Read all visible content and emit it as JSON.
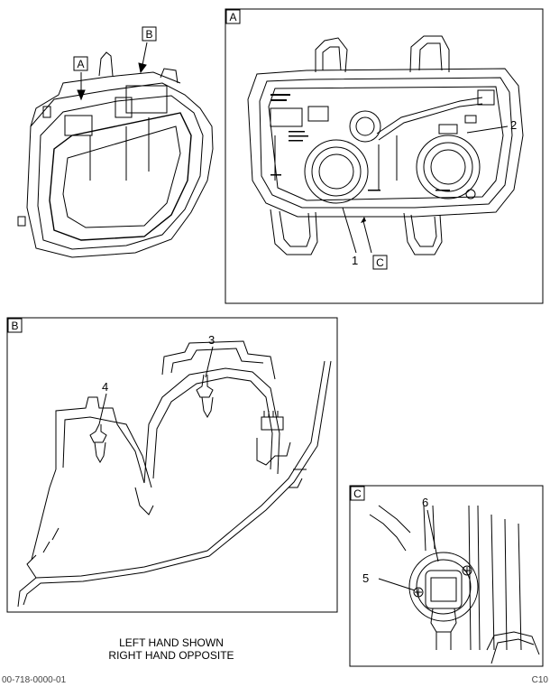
{
  "views": {
    "a": {
      "label": "A"
    },
    "b": {
      "label": "B"
    },
    "c": {
      "label": "C"
    }
  },
  "callouts": {
    "c1": "1",
    "c2": "2",
    "c3": "3",
    "c4": "4",
    "c5": "5",
    "c6": "6",
    "sectionC": "C"
  },
  "caption": {
    "line1": "LEFT HAND SHOWN",
    "line2": "RIGHT HAND OPPOSITE"
  },
  "footer": {
    "left": "00-718-0000-01",
    "right": "C10"
  }
}
